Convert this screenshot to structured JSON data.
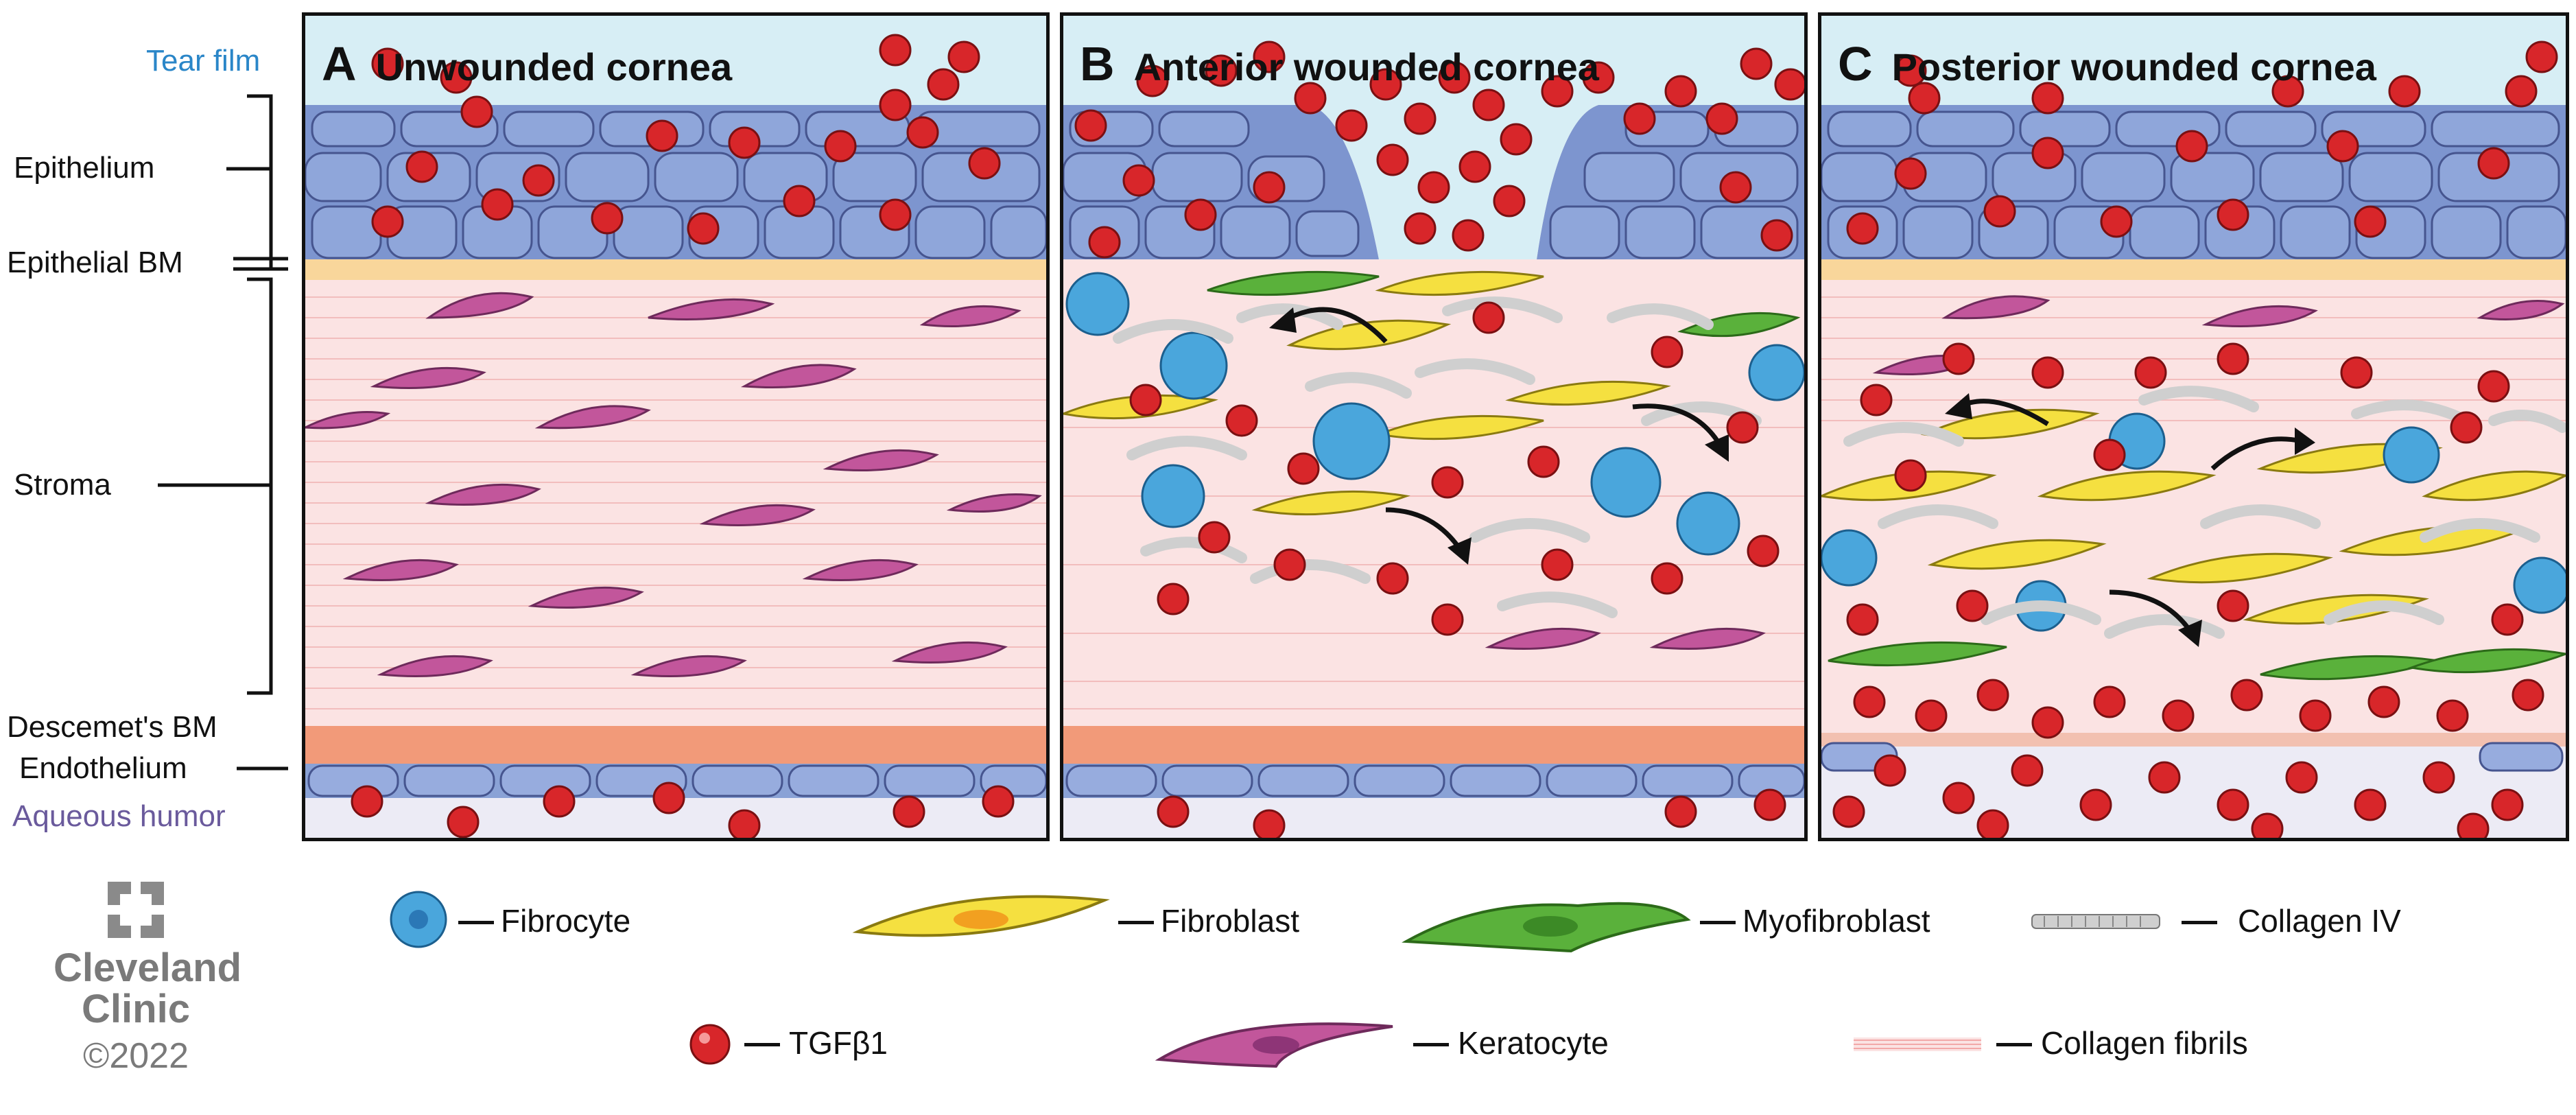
{
  "layer_labels": {
    "tear_film": "Tear film",
    "epithelium": "Epithelium",
    "epithelial_bm": "Epithelial BM",
    "stroma": "Stroma",
    "descemets_bm": "Descemet's BM",
    "endothelium": "Endothelium",
    "aqueous_humor": "Aqueous humor"
  },
  "panels": [
    {
      "letter": "A",
      "title": "Unwounded cornea"
    },
    {
      "letter": "B",
      "title": "Anterior wounded cornea"
    },
    {
      "letter": "C",
      "title": "Posterior wounded cornea"
    }
  ],
  "legend": {
    "fibrocyte": "Fibrocyte",
    "fibroblast": "Fibroblast",
    "myofibroblast": "Myofibroblast",
    "collagen_iv": "Collagen IV",
    "tgfb1": "TGFβ1",
    "keratocyte": "Keratocyte",
    "collagen_fibrils": "Collagen fibrils"
  },
  "brand": {
    "line1": "Cleveland",
    "line2": "Clinic",
    "year": "©2022"
  },
  "colors": {
    "tear_film": "#d7eef5",
    "epithelium": "#7d95cf",
    "epithelial_bm": "#f9d69b",
    "stroma": "#fbe3e3",
    "descemets_bm": "#f29a79",
    "endothelium": "#8aa2d6",
    "aqueous_humor": "#ecebf5",
    "tgfb1": "#d8262a",
    "keratocyte": "#c2569b",
    "fibroblast": "#f5e040",
    "myofibroblast": "#5ab13b",
    "fibrocyte": "#4aa6dc",
    "collagen_iv": "#cfcfcf",
    "label_blue": "#2a86c8",
    "label_purple": "#6a5a9c",
    "brand_gray": "#7a7a7a"
  }
}
